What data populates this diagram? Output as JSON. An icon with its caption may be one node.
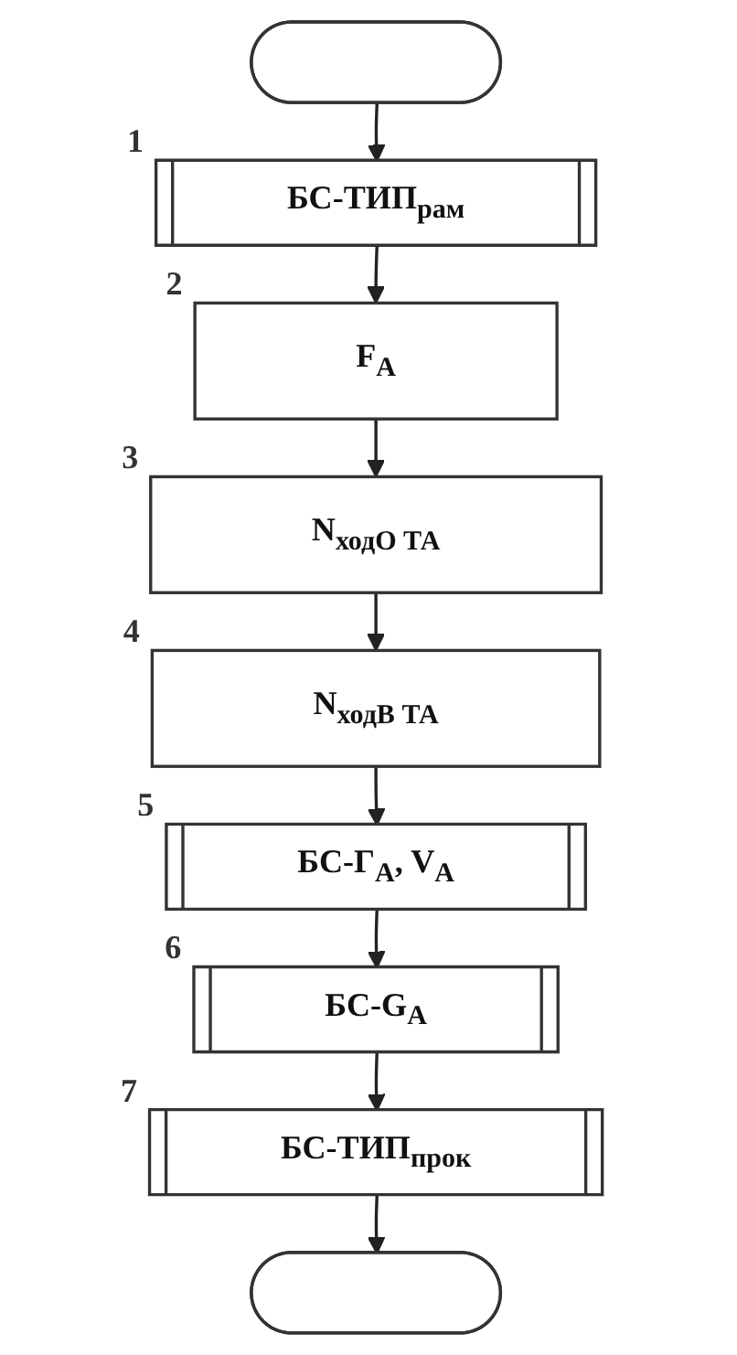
{
  "diagram": {
    "nodes": [
      {
        "text": [],
        "shape": "ellipse"
      },
      {
        "text": [
          "БС-ТИП$_{рам}$"
        ],
        "beside": [
          "1"
        ]
      },
      {
        "text": [
          "F$_{A}$"
        ],
        "beside": [
          "2"
        ]
      },
      {
        "text": [
          "N$_{ходО ТА}$"
        ],
        "beside": [
          "3"
        ]
      },
      {
        "text": [
          "N$_{ходВ ТА}$"
        ],
        "beside": [
          "4"
        ]
      },
      {
        "text": [
          "БС-Г$_{A}$, V$_{A}$"
        ],
        "beside": [
          "5"
        ]
      },
      {
        "text": [
          "БС-G$_{A}$"
        ],
        "beside": [
          "6"
        ]
      },
      {
        "text": [
          "БС-ТИП$_{прок}$"
        ],
        "beside": [
          "7"
        ]
      },
      {
        "text": [],
        "shape": "ellipse"
      }
    ],
    "edges": [
      {
        "from": 0,
        "to": 1,
        "arrow": "to"
      },
      {
        "from": 1,
        "to": 2,
        "arrow": "to"
      },
      {
        "from": 2,
        "to": 3,
        "arrow": "to"
      },
      {
        "from": 3,
        "to": 4,
        "arrow": "to"
      },
      {
        "from": 4,
        "to": 5,
        "arrow": "to"
      },
      {
        "from": 5,
        "to": 6,
        "arrow": "to"
      },
      {
        "from": 6,
        "to": 7,
        "arrow": "to"
      },
      {
        "from": 7,
        "to": 8,
        "arrow": "to"
      }
    ]
  }
}
